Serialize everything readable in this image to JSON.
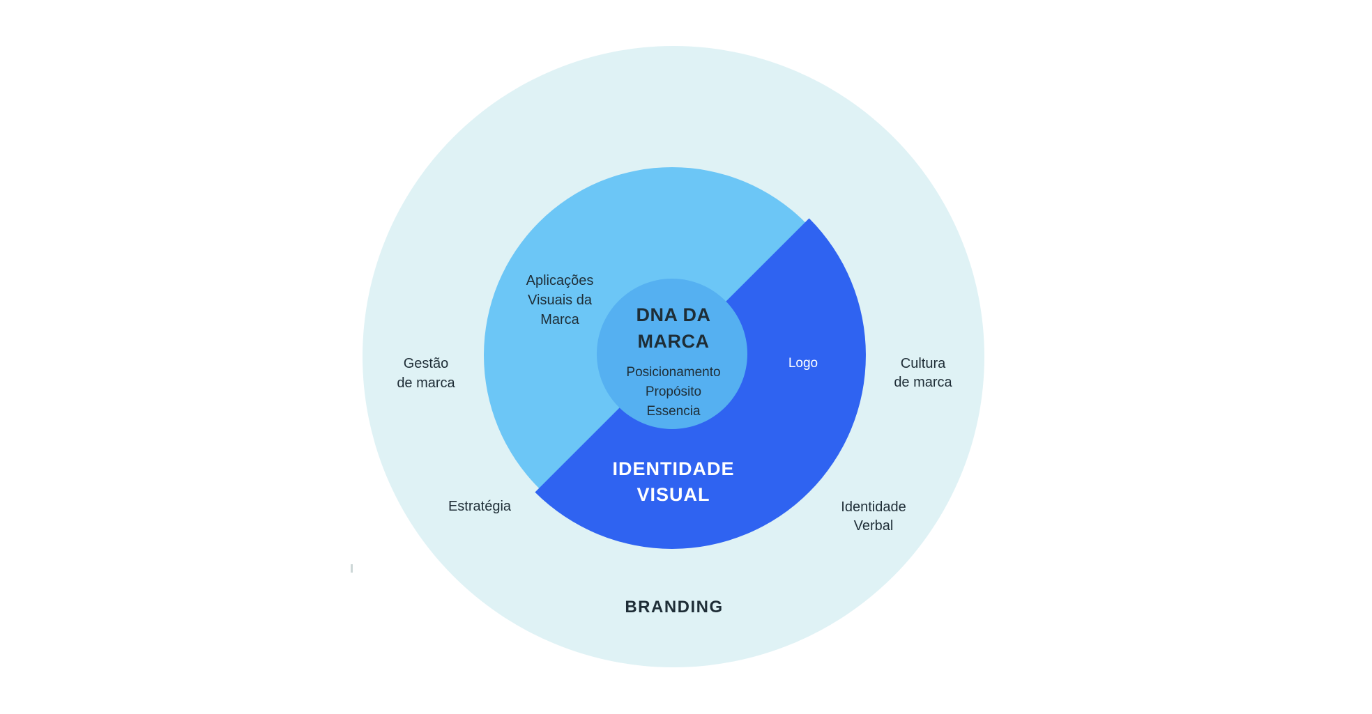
{
  "diagram": {
    "center_circle": {
      "title_lines": [
        "DNA DA",
        "MARCA"
      ],
      "items": [
        "Posicionamento",
        "Propósito",
        "Essencia"
      ]
    },
    "middle_ring": {
      "applications_label_lines": [
        "Aplicações",
        "Visuais da",
        "Marca"
      ],
      "logo_label": "Logo",
      "visual_identity_lines": [
        "IDENTIDADE",
        "VISUAL"
      ]
    },
    "outer_ring": {
      "brand_management_lines": [
        "Gestão",
        "de marca"
      ],
      "strategy_label": "Estratégia",
      "brand_culture_lines": [
        "Cultura",
        "de marca"
      ],
      "verbal_identity_lines": [
        "Identidade",
        "Verbal"
      ],
      "branding_label": "BRANDING"
    },
    "colors": {
      "background": "#ffffff",
      "outer_circle": "#dff2f5",
      "light_half": "#6cc6f6",
      "dark_half": "#2f63f1",
      "inner_circle": "#55b0f1",
      "dark_text": "#1e2d36",
      "light_text": "#ffffff"
    }
  }
}
